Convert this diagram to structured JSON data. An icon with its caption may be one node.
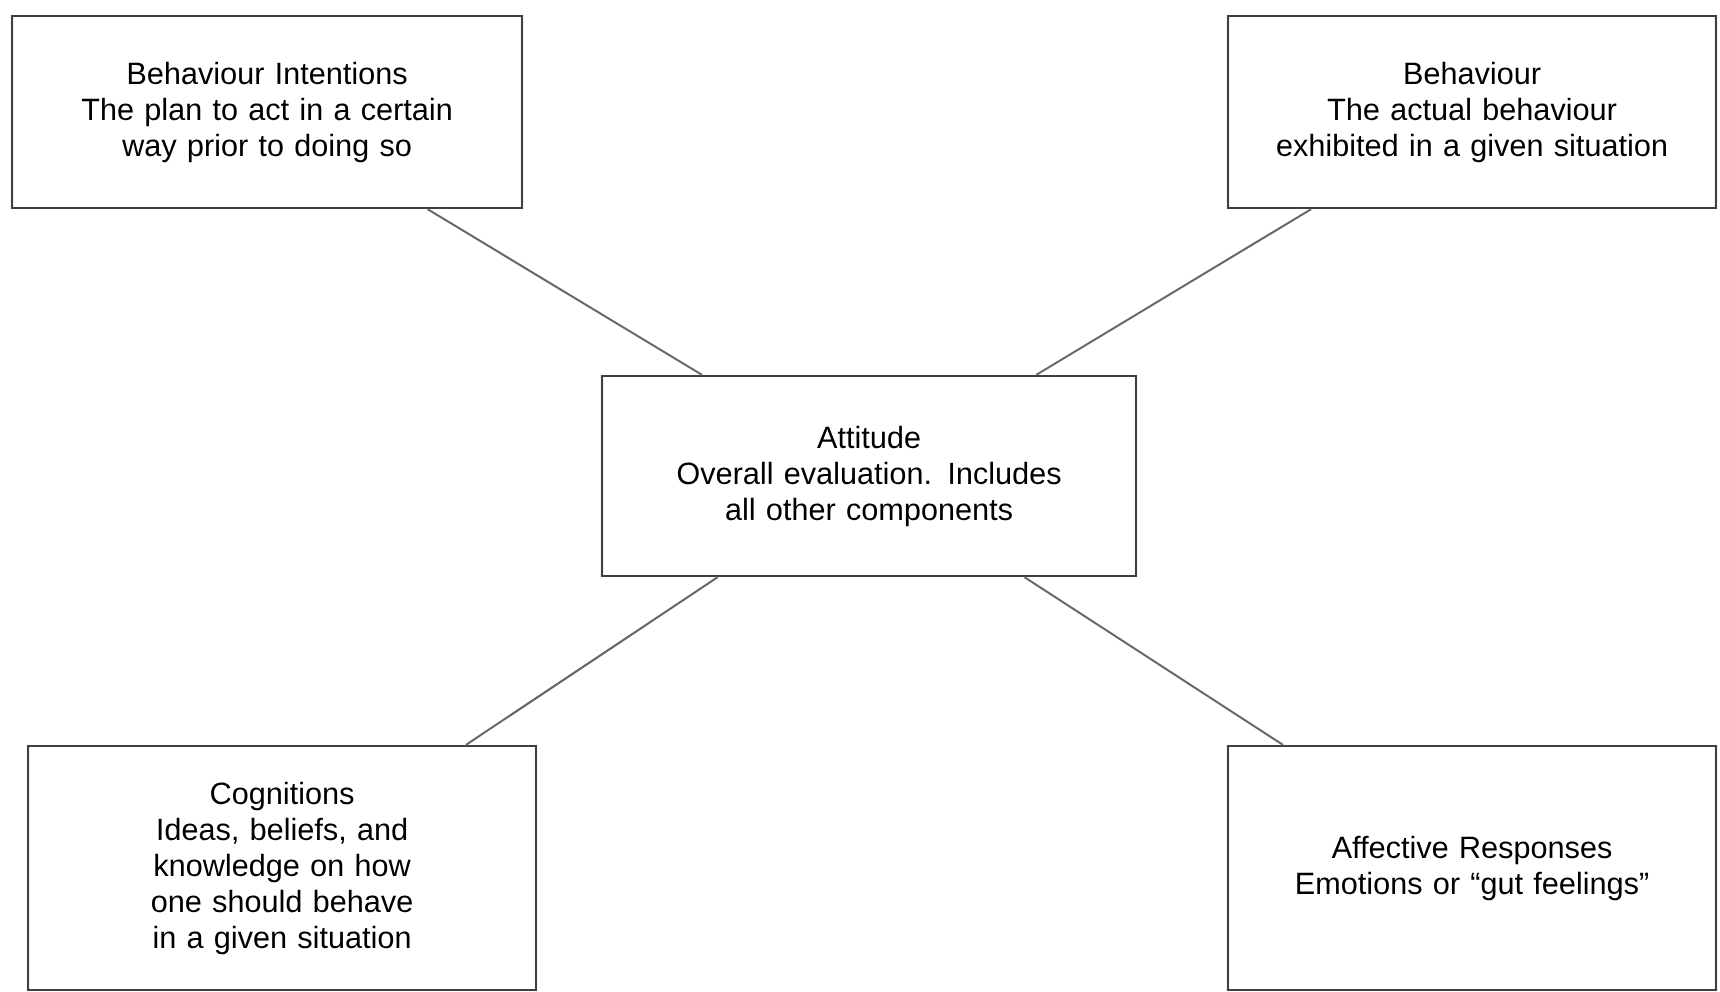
{
  "diagram": {
    "nodes": [
      {
        "text": [
          "Behaviour Intentions",
          "The plan to act in a certain way prior to doing so"
        ]
      },
      {
        "text": [
          "Behaviour",
          "The actual behaviour exhibited in a given situation"
        ]
      },
      {
        "text": [
          "Attitude",
          "Overall evaluation. Includes all other components"
        ]
      },
      {
        "text": [
          "Cognitions",
          "Ideas, beliefs, and knowledge on how one should behave in a given situation"
        ]
      },
      {
        "text": [
          "Affective Responses",
          "Emotions or “gut feelings”"
        ]
      }
    ],
    "edges": [
      {
        "from": 2,
        "to": 0,
        "arrow": "none"
      },
      {
        "from": 2,
        "to": 1,
        "arrow": "none"
      },
      {
        "from": 2,
        "to": 3,
        "arrow": "none"
      },
      {
        "from": 2,
        "to": 4,
        "arrow": "none"
      }
    ]
  }
}
